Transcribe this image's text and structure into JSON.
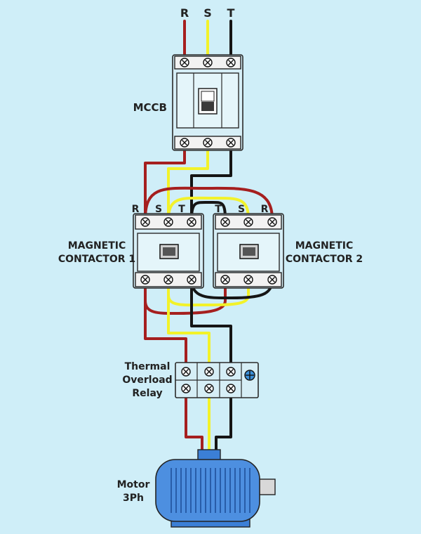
{
  "colors": {
    "R": "#a51f1f",
    "S": "#f2f22a",
    "T": "#151515",
    "background": "#cfeef8",
    "motor": "#4d8fe0"
  },
  "phases": {
    "r": "R",
    "s": "S",
    "t": "T"
  },
  "mccb": {
    "label": "MCCB"
  },
  "contactor1": {
    "label_line1": "MAGNETIC",
    "label_line2": "CONTACTOR 1",
    "terminals": [
      "R",
      "S",
      "T"
    ]
  },
  "contactor2": {
    "label_line1": "MAGNETIC",
    "label_line2": "CONTACTOR 2",
    "terminals": [
      "T",
      "S",
      "R"
    ]
  },
  "relay": {
    "label_line1": "Thermal",
    "label_line2": "Overload",
    "label_line3": "Relay"
  },
  "motor": {
    "label_line1": "Motor",
    "label_line2": "3Ph"
  }
}
